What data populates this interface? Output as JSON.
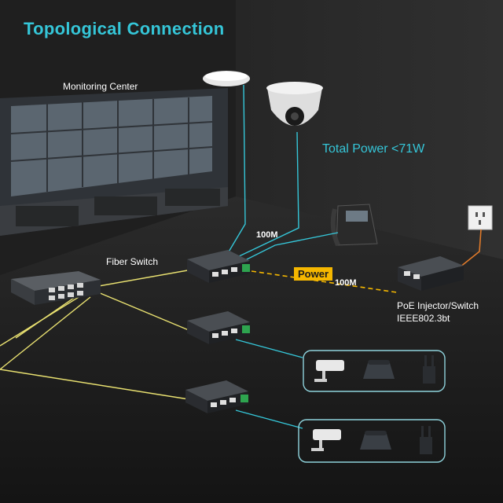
{
  "title": "Topological Connection",
  "labels": {
    "monitoring_center": "Monitoring Center",
    "total_power": "Total Power  <71W",
    "fiber_switch": "Fiber Switch",
    "link_speed_upper": "100M",
    "link_speed_lower": "100M",
    "power_tag": "Power",
    "injector_name": "PoE Injector/Switch",
    "injector_standard": "IEEE802.3bt"
  },
  "colors": {
    "title": "#35c6d8",
    "ethernet_line": "#35c6d8",
    "fiber_line": "#e8e070",
    "power_line": "#f5b700",
    "power_cable": "#e07a2a",
    "device_box_border": "#8fd3dc"
  },
  "icons": {
    "devices": [
      "cctv-camera-icon",
      "desk-phone-icon",
      "wifi-router-icon"
    ]
  }
}
